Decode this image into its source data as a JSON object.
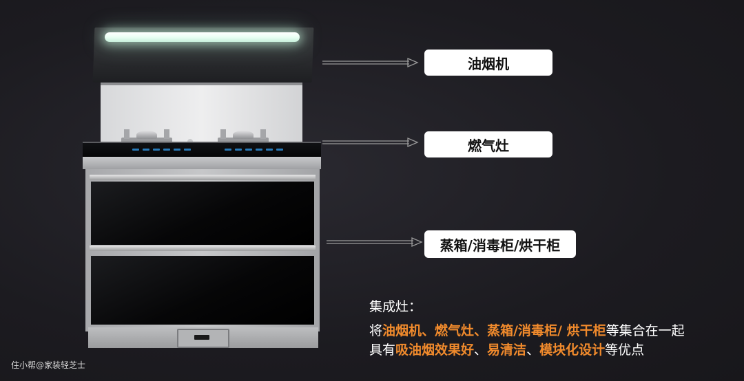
{
  "labels": {
    "hood": "油烟机",
    "stove": "燃气灶",
    "cabinet": "蒸箱/消毒柜/烘干柜"
  },
  "description": {
    "title": "集成灶：",
    "line1": {
      "prefix": "将",
      "hl1": "油烟机",
      "sep1": "、",
      "hl2": "燃气灶",
      "sep2": "、",
      "hl3": "蒸箱/消毒柜/ 烘干柜",
      "suffix": "等集合在一起"
    },
    "line2": {
      "prefix": "具有",
      "hl1": "吸油烟效果好",
      "sep1": "、",
      "hl2": "易清洁",
      "sep2": "、",
      "hl3": "模块化设计",
      "suffix": "等优点"
    }
  },
  "watermark": "住小帮@家装轻芝士",
  "colors": {
    "background": "#1e1d22",
    "highlight": "#f08a2c",
    "label_bg": "#ffffff"
  }
}
